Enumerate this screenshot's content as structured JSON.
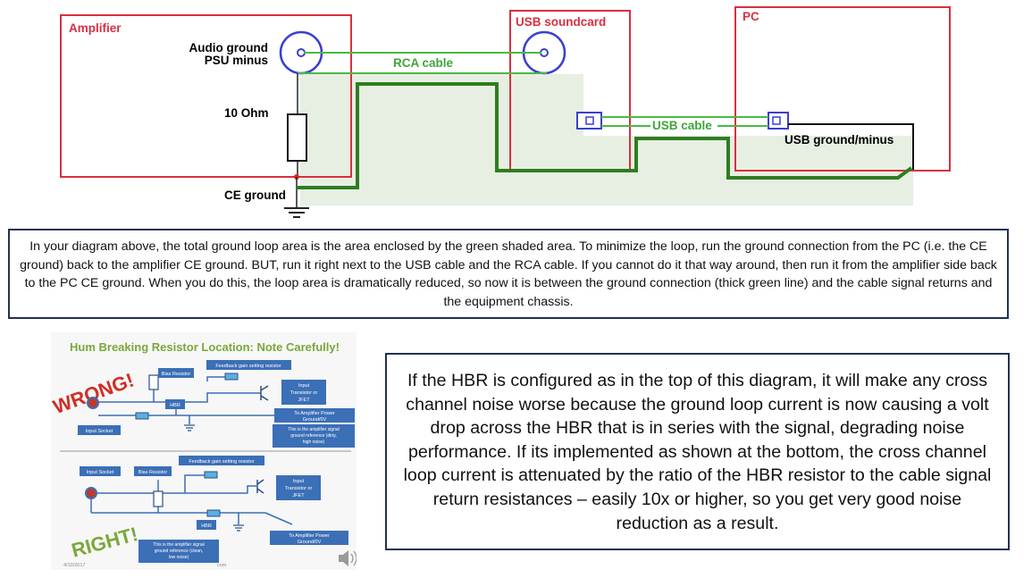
{
  "top_diagram": {
    "amplifier_label": "Amplifier",
    "audio_ground_label": "Audio ground",
    "psu_minus_label": "PSU minus",
    "resistor_label": "10 Ohm",
    "ce_ground_label": "CE ground",
    "rca_cable_label": "RCA cable",
    "usb_soundcard_label": "USB soundcard",
    "usb_cable_label": "USB cable",
    "pc_label": "PC",
    "usb_ground_label": "USB ground/minus"
  },
  "explanation": "In your diagram above, the  total ground loop area is the area enclosed by the green shaded area.  To minimize the loop, run the ground connection from the PC (i.e. the CE ground) back to the amplifier CE ground.  BUT, run it right next to the USB cable and the RCA cable.  If you cannot do it that way around, then run it from the amplifier side back to the PC CE ground. When you do this, the  loop area is dramatically reduced, so now it is between the ground connection (thick green line) and the cable signal returns and the equipment chassis.",
  "hbr_slide": {
    "title": "Hum Breaking Resistor Location: Note Carefully!",
    "wrong_label": "WRONG!",
    "right_label": "RIGHT!",
    "top": {
      "bias_resistor": "Bias Resistor",
      "feedback_resistor": "Feedback gain setting resistor",
      "input_transistor_1": "Input",
      "input_transistor_2": "Transistor or",
      "input_transistor_3": "JFET",
      "hbr": "HBR",
      "power_ground_1": "To Amplifier Power",
      "power_ground_2": "Ground/0V",
      "input_socket": "Input Socket",
      "signal_ref_1": "This is the amplifier signal",
      "signal_ref_2": "ground reference (dirty,",
      "signal_ref_3": "high noise)"
    },
    "bottom": {
      "input_socket": "Input Socket",
      "bias_resistor": "Bias Resistor",
      "feedback_resistor": "Feedback gain setting resistor",
      "input_transistor_1": "Input",
      "input_transistor_2": "Transistor or",
      "input_transistor_3": "JFET",
      "hbr": "HBR",
      "power_ground_1": "To Amplifier Power",
      "power_ground_2": "Ground/0V",
      "signal_ref_1": "This is the amplifier signal",
      "signal_ref_2": "ground reference (clean,",
      "signal_ref_3": "low noise)"
    },
    "date": "4/10/2017",
    "footer_partial": "com"
  },
  "hbr_explanation": "If the HBR is configured as in the top of this diagram, it will make any cross channel noise worse because the ground loop current is now causing a volt drop across the HBR that is in series with the signal, degrading noise performance.  If its implemented as shown at the bottom, the cross channel loop current is attenuated by the ratio of the HBR resistor to the cable signal return resistances – easily 10x or higher, so you get very good noise reduction as a result."
}
